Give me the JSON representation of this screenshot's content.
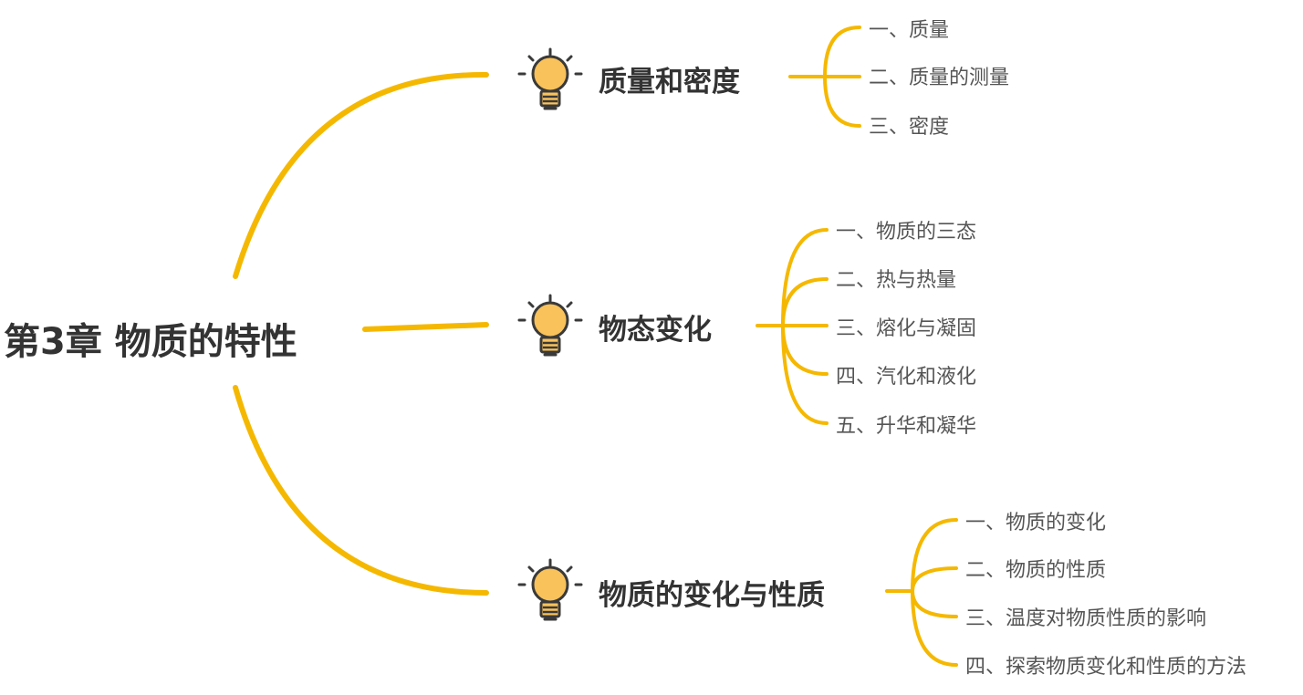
{
  "root": {
    "label": "第3章 物质的特性"
  },
  "topics": [
    {
      "label": "质量和密度",
      "subtopics": [
        "一、质量",
        "二、质量的测量",
        "三、密度"
      ]
    },
    {
      "label": "物态变化",
      "subtopics": [
        "一、物质的三态",
        "二、热与热量",
        "三、熔化与凝固",
        "四、汽化和液化",
        "五、升华和凝华"
      ]
    },
    {
      "label": "物质的变化与性质",
      "subtopics": [
        "一、物质的变化",
        "二、物质的性质",
        "三、温度对物质性质的影响",
        "四、探索物质变化和性质的方法"
      ]
    }
  ],
  "icons": {
    "topic": "lightbulb-icon"
  },
  "colors": {
    "branch": "#F5B800",
    "bulb": "#F9C25A",
    "bulb_outline": "#3A3A3A",
    "root_text": "#333333",
    "topic_text": "#333333",
    "sub_text": "#555555"
  }
}
